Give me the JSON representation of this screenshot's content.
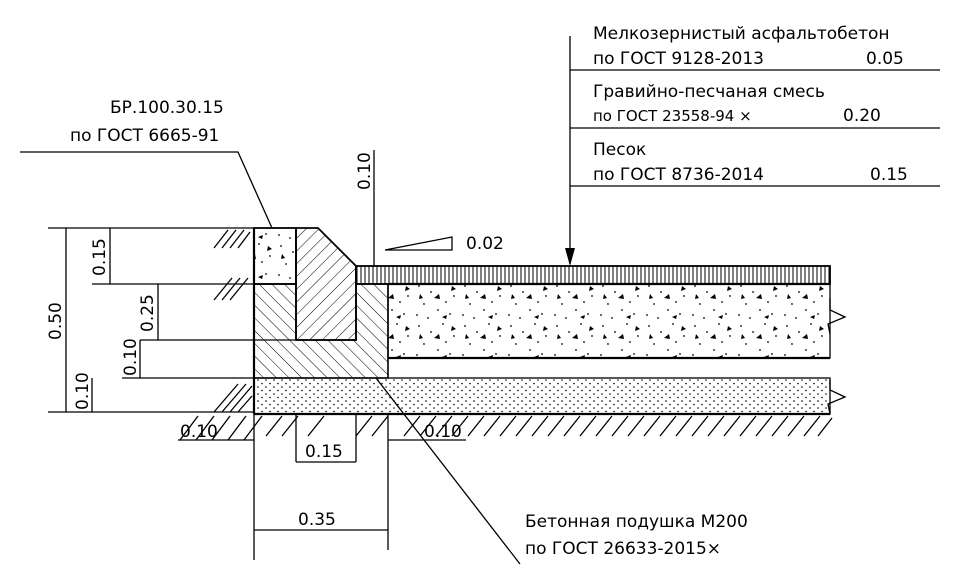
{
  "callouts": {
    "curb": {
      "line1": "БР.100.30.15",
      "line2": "по ГОСТ 6665-91"
    },
    "asphalt": {
      "line1": "Мелкозернистый асфальтобетон",
      "line2": "по ГОСТ 9128-2013",
      "thickness": "0.05"
    },
    "gravel": {
      "line1": "Гравийно-песчаная смесь",
      "line2": "по ГОСТ 23558-94 ×",
      "thickness": "0.20"
    },
    "sand": {
      "line1": "Песок",
      "line2": "по ГОСТ 8736-2014",
      "thickness": "0.15"
    },
    "concrete": {
      "line1": "Бетонная подушка М200",
      "line2": "по ГОСТ 26633-2015×"
    }
  },
  "dimensions": {
    "total_height": "0.50",
    "curb_top": "0.15",
    "curb_mid": "0.25",
    "curb_gap": "0.10",
    "base": "0.10",
    "curb_reveal": "0.10",
    "slope": "0.02",
    "left_offset": "0.10",
    "right_offset": "0.10",
    "curb_width": "0.15",
    "cushion_width": "0.35"
  },
  "colors": {
    "ink": "#000000",
    "background": "#ffffff"
  }
}
